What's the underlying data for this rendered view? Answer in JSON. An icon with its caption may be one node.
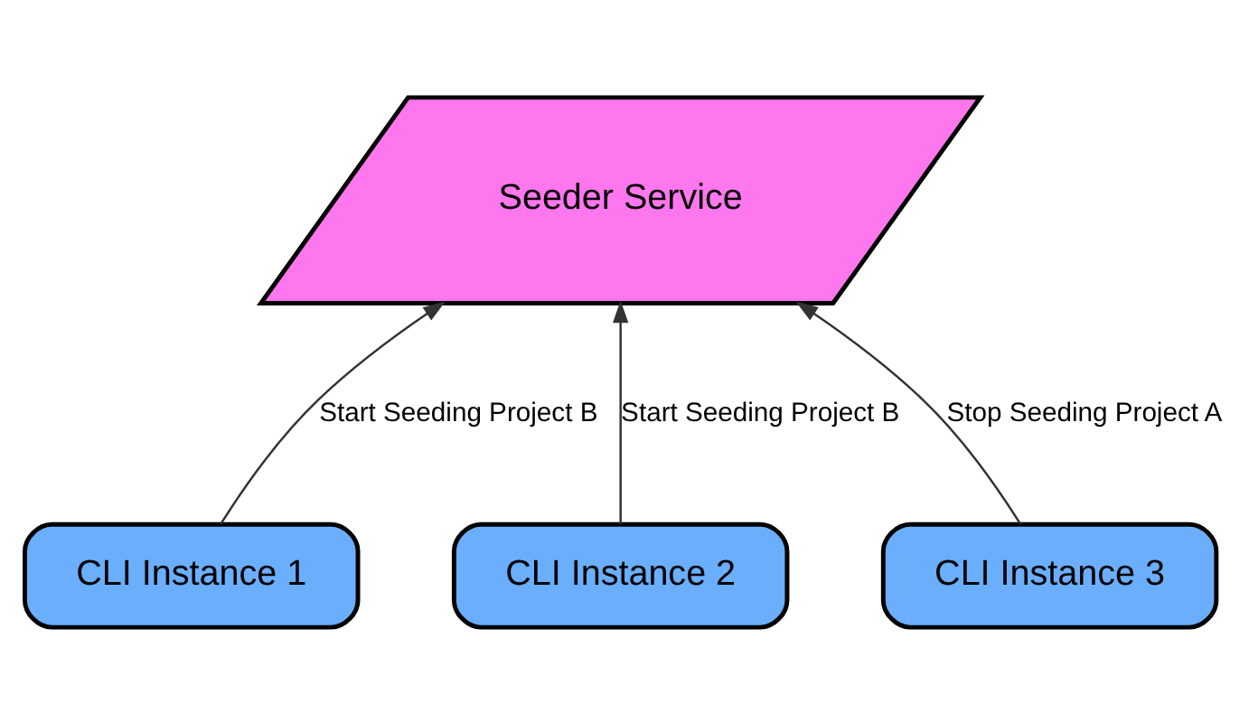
{
  "diagram": {
    "nodes": [
      {
        "text": [
          "Seeder Service"
        ]
      },
      {
        "text": [
          "CLI Instance 1"
        ]
      },
      {
        "text": [
          "CLI Instance 2"
        ]
      },
      {
        "text": [
          "CLI Instance 3"
        ]
      }
    ],
    "edges": [
      {
        "from": 1,
        "to": 0,
        "arrow": "to",
        "label": "Start Seeding Project B"
      },
      {
        "from": 2,
        "to": 0,
        "arrow": "to",
        "label": "Start Seeding Project B"
      },
      {
        "from": 3,
        "to": 0,
        "arrow": "to",
        "label": "Stop Seeding Project A"
      }
    ]
  }
}
